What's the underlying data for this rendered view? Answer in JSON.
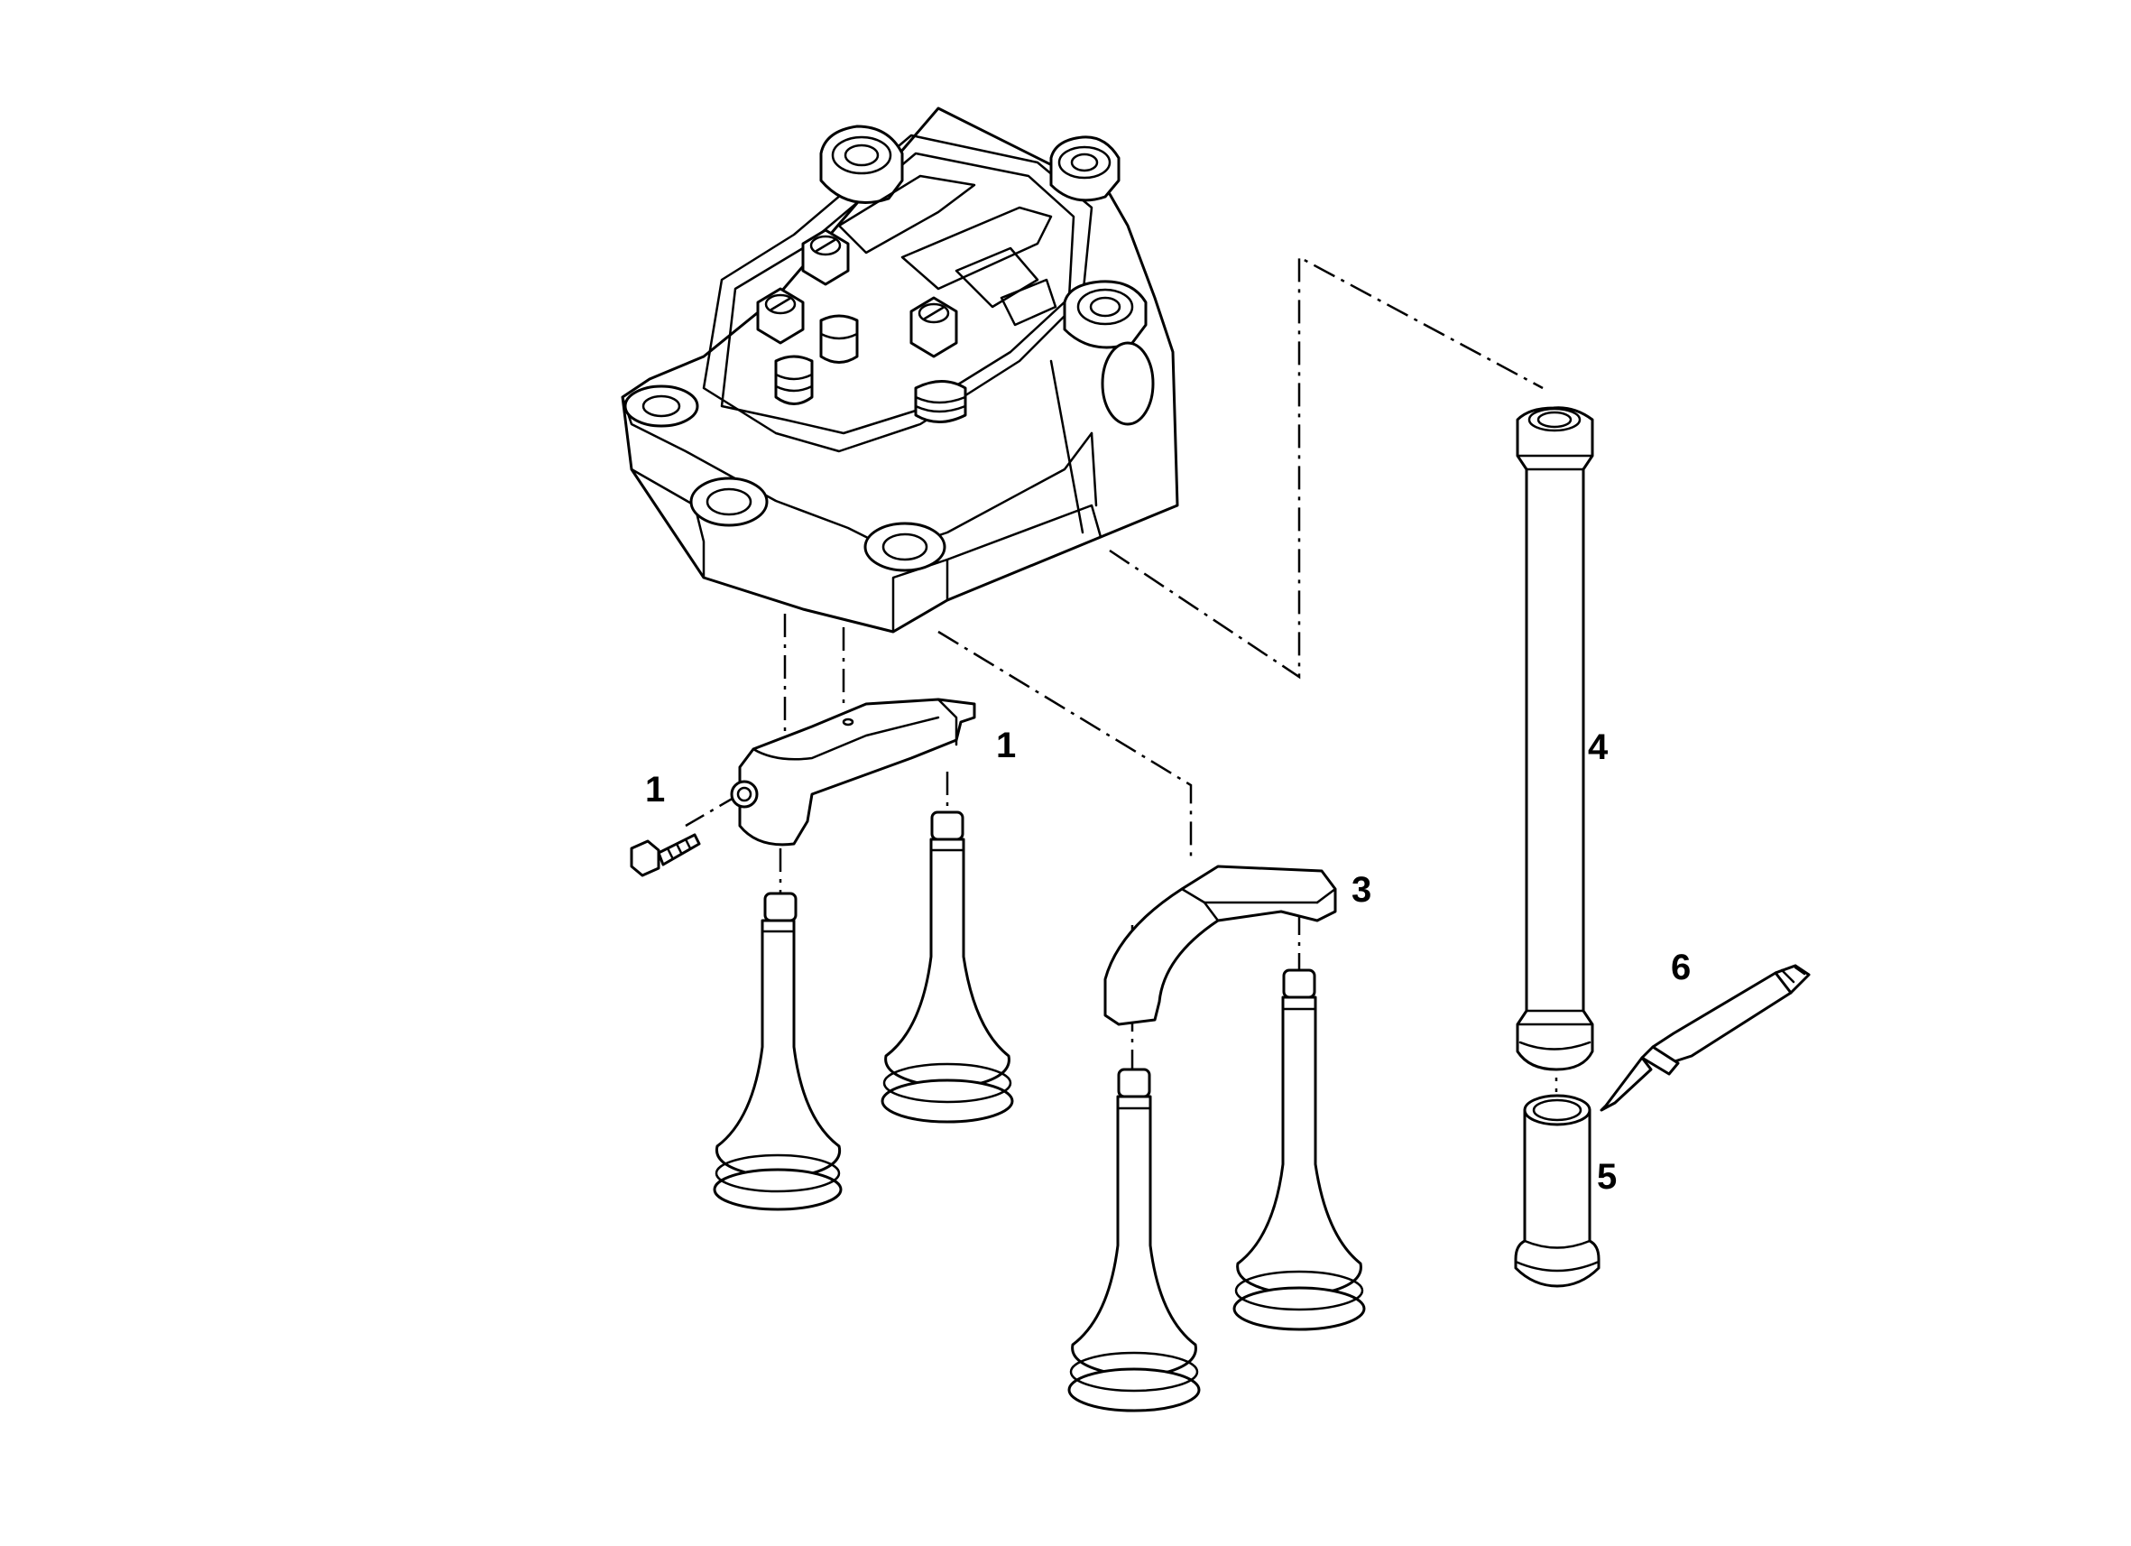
{
  "callouts": {
    "bolt": "1",
    "rocker_arm_1": "1",
    "rocker_arm_3": "3",
    "push_rod": "4",
    "tappet": "5",
    "sealant_tube": "6"
  },
  "colors": {
    "line": "#000000",
    "background": "#ffffff"
  }
}
